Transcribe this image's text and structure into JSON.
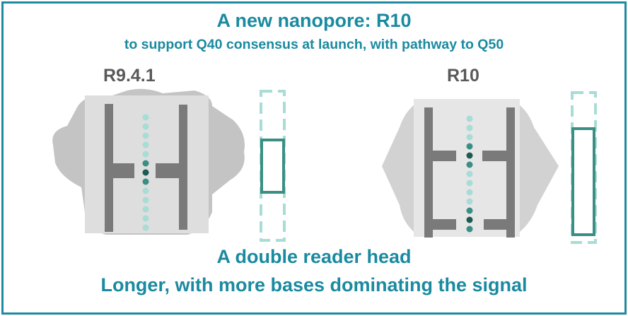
{
  "title": "A new nanopore: R10",
  "subtitle": "to support Q40 consensus at launch, with pathway to Q50",
  "pores": [
    {
      "label": "R9.4.1",
      "reader_heads": 1
    },
    {
      "label": "R10",
      "reader_heads": 2
    }
  ],
  "footer": {
    "line1": "A double reader head",
    "line2": "Longer, with more bases dominating the signal"
  },
  "colors": {
    "accent": "#1a8aa0",
    "reader": "#3a8f84",
    "dark_base": "#1d5a52",
    "light_base": "#a8dcd6",
    "pore_bar": "#7a7a7a"
  }
}
